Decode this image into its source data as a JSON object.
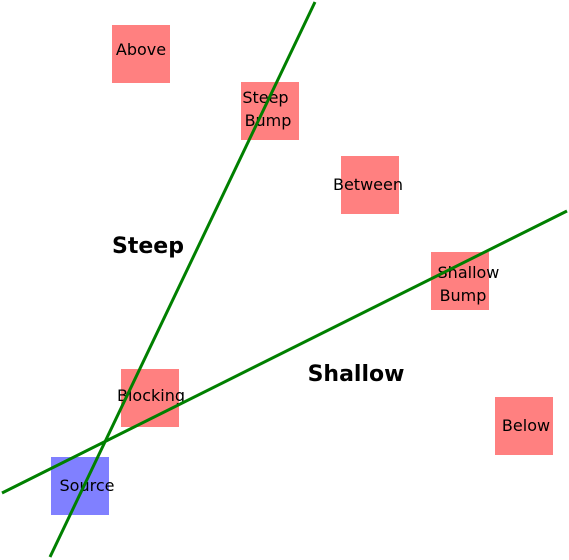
{
  "colors": {
    "cell": "#ff8080",
    "source": "#8080ff",
    "line": "#008000",
    "text": "#000000",
    "background": "#ffffff"
  },
  "cells": {
    "above": "Above",
    "steep_bump": [
      "Steep",
      "Bump"
    ],
    "between": "Between",
    "shallow_bump": [
      "Shallow",
      "Bump"
    ],
    "blocking": "Blocking",
    "below": "Below",
    "source": "Source"
  },
  "regions": {
    "steep": "Steep",
    "shallow": "Shallow"
  }
}
